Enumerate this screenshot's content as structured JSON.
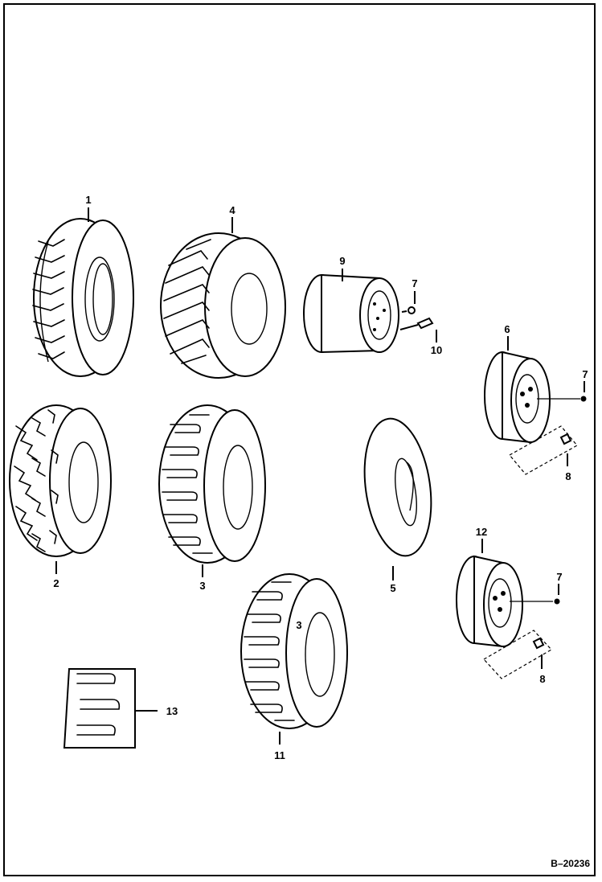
{
  "figure": {
    "reference": "B–20236",
    "callouts": {
      "c1": "1",
      "c2": "2",
      "c3a": "3",
      "c3b": "3",
      "c4": "4",
      "c5": "5",
      "c6": "6",
      "c7a": "7",
      "c7b": "7",
      "c7c": "7",
      "c8a": "8",
      "c8b": "8",
      "c9": "9",
      "c10": "10",
      "c11": "11",
      "c12": "12",
      "c13": "13"
    }
  }
}
